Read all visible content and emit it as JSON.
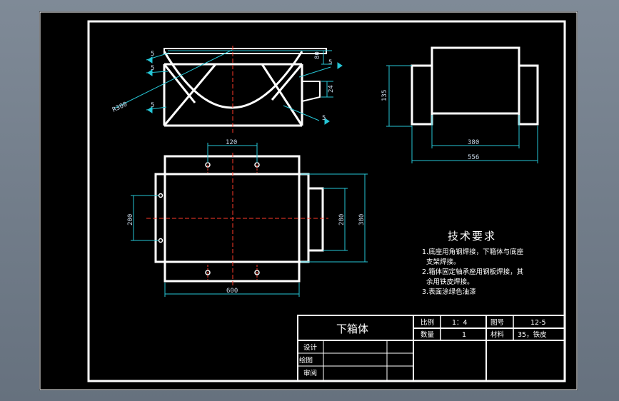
{
  "dimensions": {
    "r300": "R300",
    "d5a": "5",
    "d5b": "5",
    "d5c": "5",
    "d5d": "5",
    "d5e": "5",
    "d80": "80",
    "d24": "24",
    "d135": "135",
    "d380a": "380",
    "d556": "556",
    "d120": "120",
    "d200": "200",
    "d280": "280",
    "d380b": "380",
    "d600": "600"
  },
  "requirements": {
    "heading": "技术要求",
    "line1": "1.底座用角钢焊接，下箱体与底座",
    "line2": "支架焊接。",
    "line3": "2.箱体固定轴承座用钢板焊接，其",
    "line4": "余用铁皮焊接。",
    "line5": "3.表面涂绿色油漆"
  },
  "title_block": {
    "part_name": "下箱体",
    "scale_label": "比例",
    "scale_value": "1：4",
    "drawing_no_label": "图号",
    "drawing_no_value": "12-5",
    "quantity_label": "数量",
    "quantity_value": "1",
    "material_label": "材料",
    "material_value": "35，铁皮",
    "design_label": "设计",
    "drafting_label": "绘图",
    "review_label": "审阅"
  },
  "colors": {
    "background": "#000000",
    "outline": "#ffffff",
    "centerline": "#ff3a2a",
    "dimension": "#26c6d6",
    "window": "#7a8592"
  }
}
